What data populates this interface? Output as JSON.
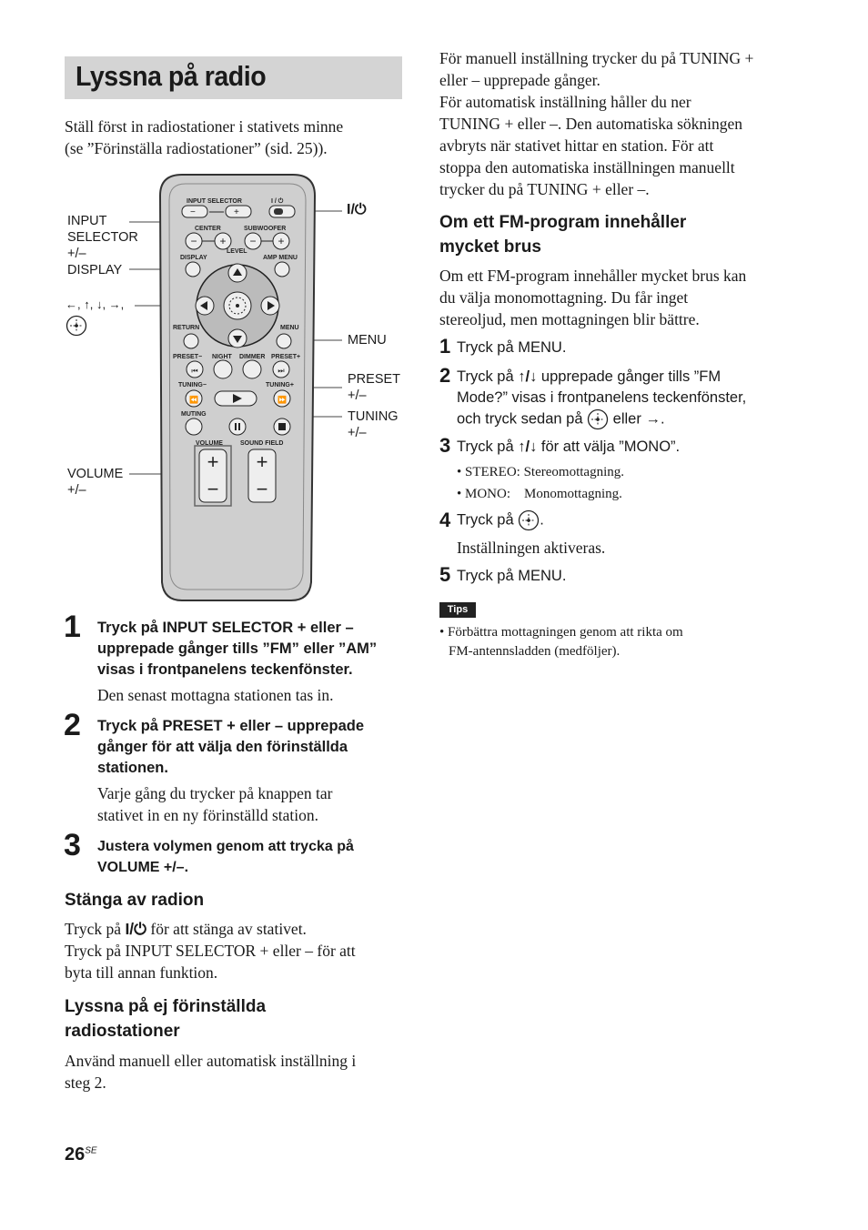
{
  "title": "Lyssna på radio",
  "intro": [
    "Ställ först in radiostationer i stativets minne",
    "(se ”Förinställa radiostationer” (sid. 25))."
  ],
  "remote": {
    "labels": {
      "input_selector": "INPUT SELECTOR",
      "power": "I / ⏻",
      "center": "CENTER",
      "subwoofer": "SUBWOOFER",
      "level": "LEVEL",
      "display": "DISPLAY",
      "amp_menu": "AMP MENU",
      "return": "RETURN",
      "menu": "MENU",
      "preset_minus": "PRESET−",
      "night": "NIGHT",
      "dimmer": "DIMMER",
      "preset_plus": "PRESET+",
      "tuning_minus": "TUNING−",
      "tuning_plus": "TUNING+",
      "muting": "MUTING",
      "volume": "VOLUME",
      "sound_field": "SOUND FIELD"
    },
    "callouts": {
      "input_selector": [
        "INPUT",
        "SELECTOR",
        "+/–"
      ],
      "display": "DISPLAY",
      "arrows": "←, ↑, ↓, →,",
      "power": "I/⏻",
      "menu": "MENU",
      "preset": [
        "PRESET",
        "+/–"
      ],
      "tuning": [
        "TUNING",
        "+/–"
      ],
      "volume": [
        "VOLUME",
        "+/–"
      ]
    }
  },
  "steps": [
    {
      "num": "1",
      "head": [
        "Tryck på INPUT SELECTOR + eller –",
        "upprepade gånger tills ”FM” eller ”AM”",
        "visas i frontpanelens teckenfönster."
      ],
      "body": [
        "Den senast mottagna stationen tas in."
      ]
    },
    {
      "num": "2",
      "head": [
        "Tryck på PRESET + eller – upprepade",
        "gånger för att välja den förinställda",
        "stationen."
      ],
      "body": [
        "Varje gång du trycker på knappen tar",
        "stativet in en ny förinställd station."
      ]
    },
    {
      "num": "3",
      "head": [
        "Justera volymen genom att trycka på",
        "VOLUME +/–."
      ],
      "body": []
    }
  ],
  "stanga": {
    "heading": "Stänga av radion",
    "line1_pre": "Tryck på ",
    "line1_post": " för att stänga av stativet.",
    "lines": [
      "Tryck på INPUT SELECTOR + eller – för att",
      "byta till annan funktion."
    ]
  },
  "ej_forinst": {
    "heading": [
      "Lyssna på ej förinställda",
      "radiostationer"
    ],
    "lines": [
      "Använd manuell eller automatisk inställning i",
      "steg 2."
    ]
  },
  "page_number": "26",
  "page_suffix": "SE",
  "right_col": {
    "para": [
      "För manuell inställning trycker du på TUNING +",
      "eller – upprepade gånger.",
      "För automatisk inställning håller du ner",
      "TUNING + eller –. Den automatiska sökningen",
      "avbryts när stativet hittar en station. För att",
      "stoppa den automatiska inställningen manuellt",
      "trycker du på TUNING + eller –."
    ],
    "fm_heading": [
      "Om ett FM-program innehåller",
      "mycket brus"
    ],
    "fm_para": [
      "Om ett FM-program innehåller mycket brus kan",
      "du välja monomottagning. Du får inget",
      "stereoljud, men mottagningen blir bättre."
    ],
    "steps": {
      "s1": "Tryck på MENU.",
      "s2_l1_pre": "Tryck på ",
      "s2_l1_post": " upprepade gånger tills ”FM",
      "s2_l2": "Mode?” visas i frontpanelens teckenfönster,",
      "s2_l3_pre": "och tryck sedan på ",
      "s2_l3_post": " eller ",
      "s3_pre": "Tryck på ",
      "s3_post": " för att välja ”MONO”.",
      "bullet1": "• STEREO: Stereomottagning.",
      "bullet2": "• MONO:    Monomottagning.",
      "s4_pre": "Tryck på ",
      "s4_post": ".",
      "s4_body": "Inställningen aktiveras.",
      "s5": "Tryck på MENU."
    },
    "arrow_updown": "↑/↓",
    "arrow_right": "→",
    "tips_label": "Tips",
    "tips": [
      "• Förbättra mottagningen genom att rikta om",
      "FM-antennsladden (medföljer)."
    ]
  }
}
